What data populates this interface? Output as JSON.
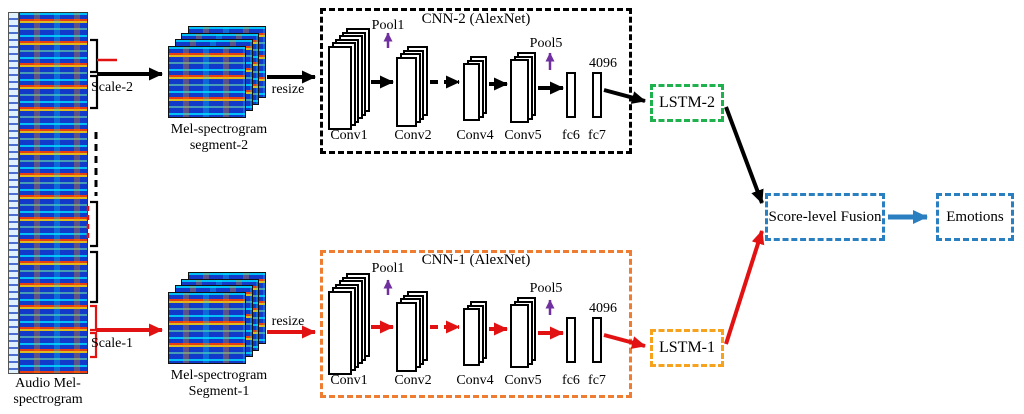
{
  "colors": {
    "top_path": "#000000",
    "bottom_path": "#e31212",
    "lstm2_border": "#1fb14e",
    "lstm1_border": "#f6a21d",
    "cnn1_border": "#ef7d31",
    "fusion_border": "#2a7fc1",
    "pool_arrow": "#7030a0"
  },
  "input": {
    "label_line1": "Audio Mel-",
    "label_line2": "spectrogram"
  },
  "top": {
    "scale": "Scale-2",
    "segment_line1": "Mel-spectrogram",
    "segment_line2": "segment-2",
    "resize": "resize",
    "cnn_title": "CNN-2 (AlexNet)",
    "pool1": "Pool1",
    "pool5": "Pool5",
    "dim": "4096",
    "layers": {
      "conv1": "Conv1",
      "conv2": "Conv2",
      "conv4": "Conv4",
      "conv5": "Conv5",
      "fc6": "fc6",
      "fc7": "fc7"
    },
    "lstm": "LSTM-2"
  },
  "bottom": {
    "scale": "Scale-1",
    "segment_line1": "Mel-spectrogram",
    "segment_line2": "Segment-1",
    "resize": "resize",
    "cnn_title": "CNN-1 (AlexNet)",
    "pool1": "Pool1",
    "pool5": "Pool5",
    "dim": "4096",
    "layers": {
      "conv1": "Conv1",
      "conv2": "Conv2",
      "conv4": "Conv4",
      "conv5": "Conv5",
      "fc6": "fc6",
      "fc7": "fc7"
    },
    "lstm": "LSTM-1"
  },
  "fusion": "Score-level Fusion",
  "output": "Emotions"
}
